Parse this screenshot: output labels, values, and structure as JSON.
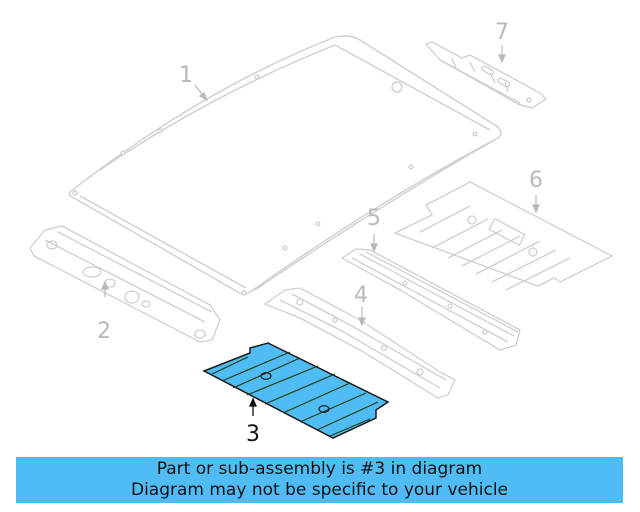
{
  "diagram": {
    "highlight_color": "#4fbcf5",
    "line_color": "#c8c8c8",
    "highlighted_part": "3",
    "callouts": [
      {
        "label": "1",
        "part": "roof panel"
      },
      {
        "label": "2",
        "part": "front roof rail"
      },
      {
        "label": "3",
        "part": "roof reinforcement (highlighted)"
      },
      {
        "label": "4",
        "part": "roof bow"
      },
      {
        "label": "5",
        "part": "roof bow"
      },
      {
        "label": "6",
        "part": "roof reinforcement"
      },
      {
        "label": "7",
        "part": "rear roof rail"
      }
    ]
  },
  "banner": {
    "line1": "Part or sub-assembly is #3 in diagram",
    "line2": "Diagram may not be specific to your vehicle",
    "background": "#4fbcf5"
  }
}
